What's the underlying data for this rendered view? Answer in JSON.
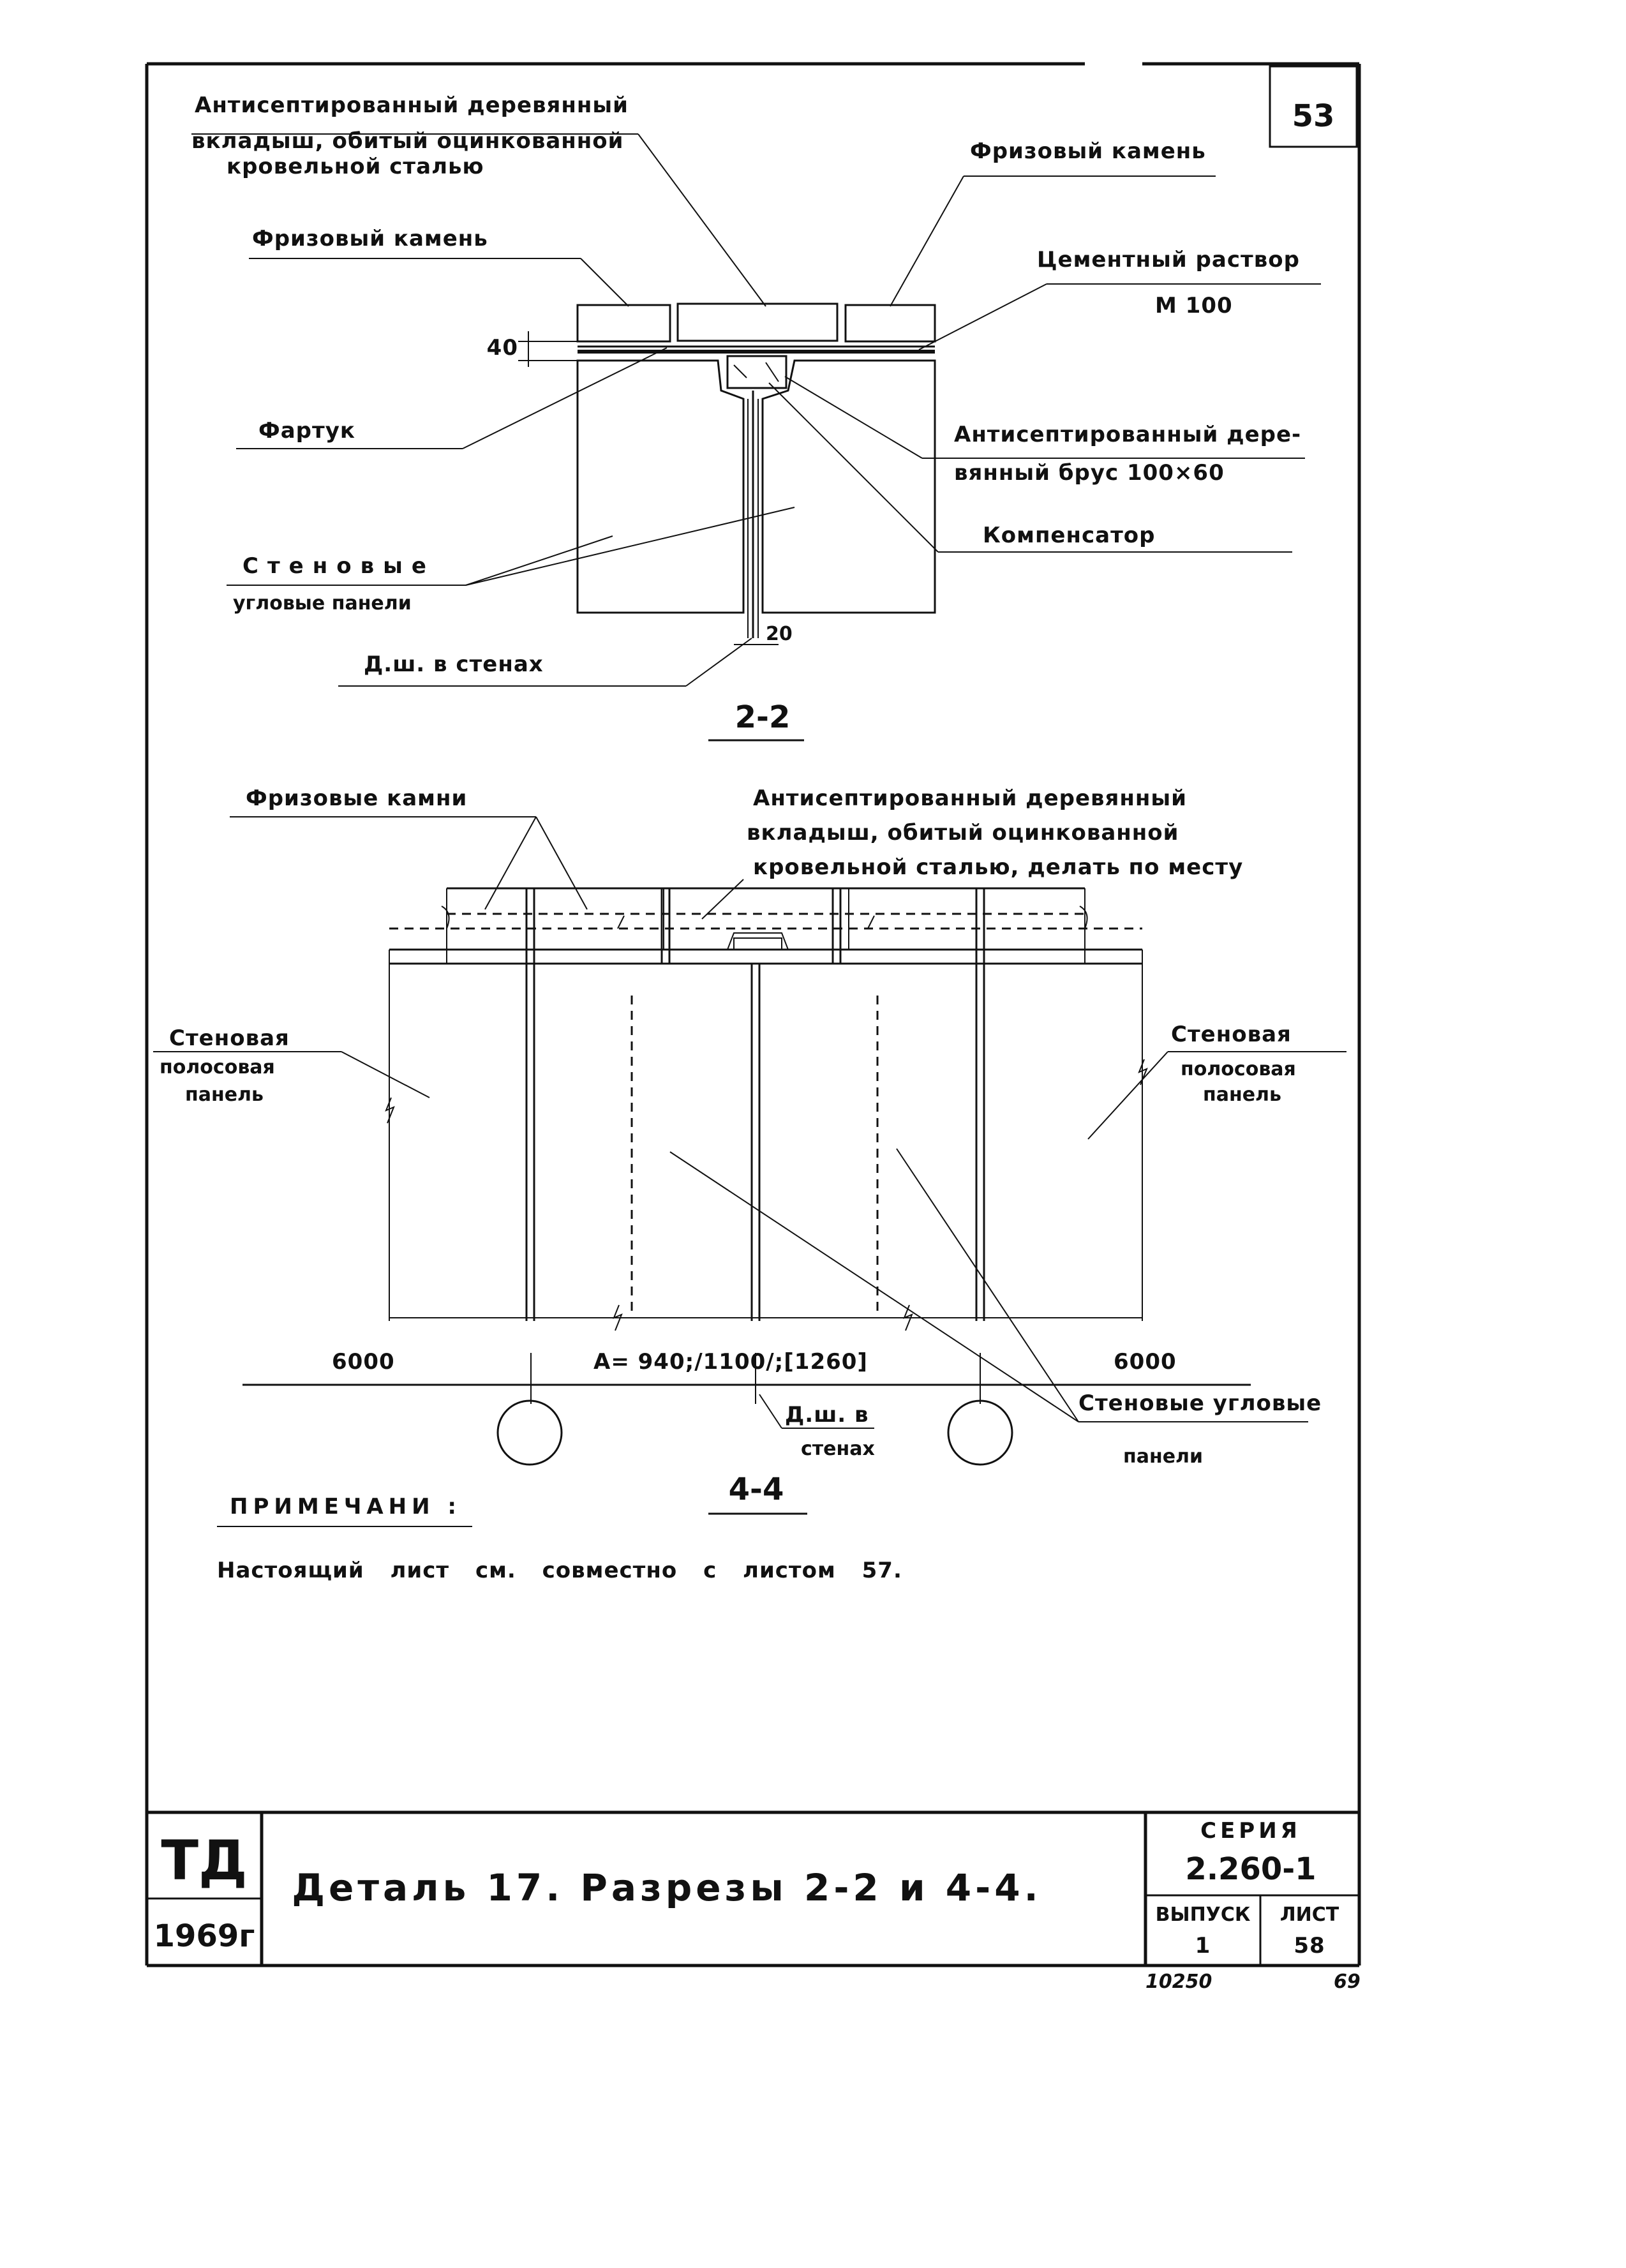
{
  "sheet_corner_number": "53",
  "section_2_2": {
    "insert_label_1": "Антисептированный деревянный",
    "insert_label_2": "вкладыш, обитый оцинкованной",
    "insert_label_3": "кровельной сталью",
    "frieze_stone_right": "Фризовый камень",
    "frieze_stone_left": "Фризовый камень",
    "cement_mortar_1": "Цементный раствор",
    "cement_mortar_2": "М 100",
    "apron": "Фартук",
    "beam_1": "Антисептированный дере-",
    "beam_2": "вянный брус 100×60",
    "compensator": "Компенсатор",
    "wall_panels_1": "Стеновые",
    "wall_panels_2": "угловые панели",
    "joint": "Д.ш. в стенах",
    "dim_40": "40",
    "dim_20": "20",
    "caption": "2-2"
  },
  "section_4_4": {
    "frieze_stones": "Фризовые камни",
    "insert_1": "Антисептированный деревянный",
    "insert_2": "вкладыш, обитый оцинкованной",
    "insert_3": "кровельной сталью, делать по месту",
    "strip_left_1": "Стеновая",
    "strip_left_2": "полосовая",
    "strip_left_3": "панель",
    "strip_right_1": "Стеновая",
    "strip_right_2": "полосовая",
    "strip_right_3": "панель",
    "dim_left": "6000",
    "dim_center": "А= 940;/1100/;[1260]",
    "dim_right": "6000",
    "joint_1": "Д.ш. в",
    "joint_2": "стенах",
    "corner_panels_1": "Стеновые угловые",
    "corner_panels_2": "панели",
    "caption": "4-4"
  },
  "notes": {
    "heading": "ПРИМЕЧАНИ :",
    "text": "Настоящий лист см. совместно с листом 57."
  },
  "title_block": {
    "org": "ТД",
    "year": "1969г",
    "title": "Деталь 17. Разрезы 2-2 и 4-4.",
    "series_label": "СЕРИЯ",
    "series_value": "2.260-1",
    "issue_label": "ВЫПУСК",
    "issue_value": "1",
    "sheet_label": "ЛИСТ",
    "sheet_value": "58",
    "below_left": "10250",
    "below_right": "69"
  }
}
